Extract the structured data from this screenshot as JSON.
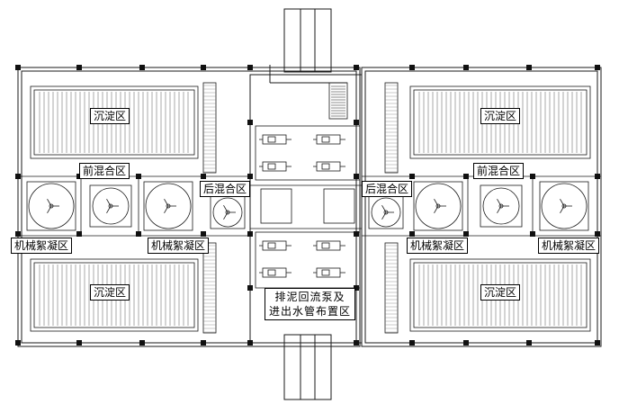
{
  "labels": {
    "sed_tl": "沉淀区",
    "sed_tr": "沉淀区",
    "sed_bl": "沉淀区",
    "sed_br": "沉淀区",
    "premix_l": "前混合区",
    "premix_r": "前混合区",
    "postmix_l": "后混合区",
    "postmix_r": "后混合区",
    "floc_l1": "机械絮凝区",
    "floc_l2": "机械絮凝区",
    "floc_r1": "机械絮凝区",
    "floc_r2": "机械絮凝区",
    "pump_line1": "排泥回流泵及",
    "pump_line2": "进出水管布置区"
  },
  "colors": {
    "line": "#1a1a1a",
    "light": "#9a9a9a",
    "paper": "#ffffff"
  }
}
